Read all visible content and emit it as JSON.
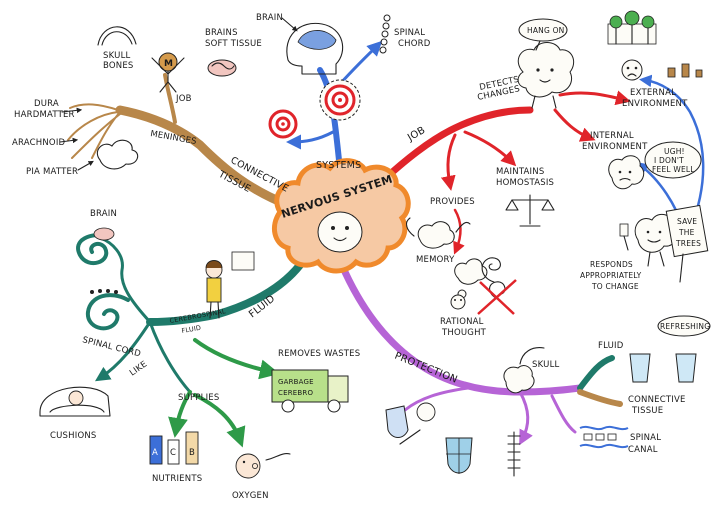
{
  "colors": {
    "brown": "#b8874a",
    "red": "#e0242a",
    "teal": "#1f7a6a",
    "green": "#2e9a48",
    "purple": "#b664d6",
    "blue": "#3c6fd8",
    "orange": "#f08a2c",
    "halo": "#f6c9a4"
  },
  "center": {
    "title": "NERVOUS SYSTEM"
  },
  "branches": {
    "job_right": "JOB",
    "connective": [
      "CONNECTIVE",
      "TISSUE"
    ],
    "systems": "SYSTEMS",
    "fluid": "FLUID",
    "protection": "PROTECTION"
  },
  "meninges": {
    "label": "MENINGES",
    "job": "JOB",
    "skull_bones": [
      "SKULL",
      "BONES"
    ],
    "brains_soft": [
      "BRAINS",
      "SOFT TISSUE"
    ],
    "dura": [
      "DURA",
      "HARDMATTER"
    ],
    "arachnoid": "ARACHNOID",
    "pia": "PIA MATTER"
  },
  "systems_detail": {
    "brain": "BRAIN",
    "spinal_chord": [
      "SPINAL",
      "CHORD"
    ]
  },
  "job_detail": {
    "detects": [
      "DETECTS",
      "CHANGES"
    ],
    "hang_on": "HANG ON",
    "external": [
      "EXTERNAL",
      "ENVIRONMENT"
    ],
    "internal": [
      "INTERNAL",
      "ENVIRONMENT"
    ],
    "ugh": [
      "UGH!",
      "I DON'T",
      "FEEL WELL"
    ],
    "save": [
      "SAVE",
      "THE",
      "TREES"
    ],
    "responds": [
      "RESPONDS",
      "APPROPRIATELY",
      "TO CHANGE"
    ],
    "maintains": [
      "MAINTAINS",
      "HOMOSTASIS"
    ],
    "provides": "PROVIDES",
    "memory": "MEMORY",
    "rational": [
      "RATIONAL",
      "THOUGHT"
    ]
  },
  "fluid_detail": {
    "brain": "BRAIN",
    "spinal_cord": "SPINAL CORD",
    "cerebrospinal": [
      "CEREBROSPINAL",
      "FLUID"
    ],
    "like": "LIKE",
    "cushions": "CUSHIONS",
    "supplies": "SUPPLIES",
    "nutrients": "NUTRIENTS",
    "bottles": [
      "A",
      "C",
      "B"
    ],
    "oxygen": "OXYGEN",
    "removes": "REMOVES WASTES",
    "truck": [
      "GARBAGE",
      "CEREBRO"
    ]
  },
  "protection_detail": {
    "skull": "SKULL",
    "fluid": "FLUID",
    "refreshing": "REFRESHING",
    "connective": [
      "CONNECTIVE",
      "TISSUE"
    ],
    "spinal_canal": [
      "SPINAL",
      "CANAL"
    ]
  }
}
